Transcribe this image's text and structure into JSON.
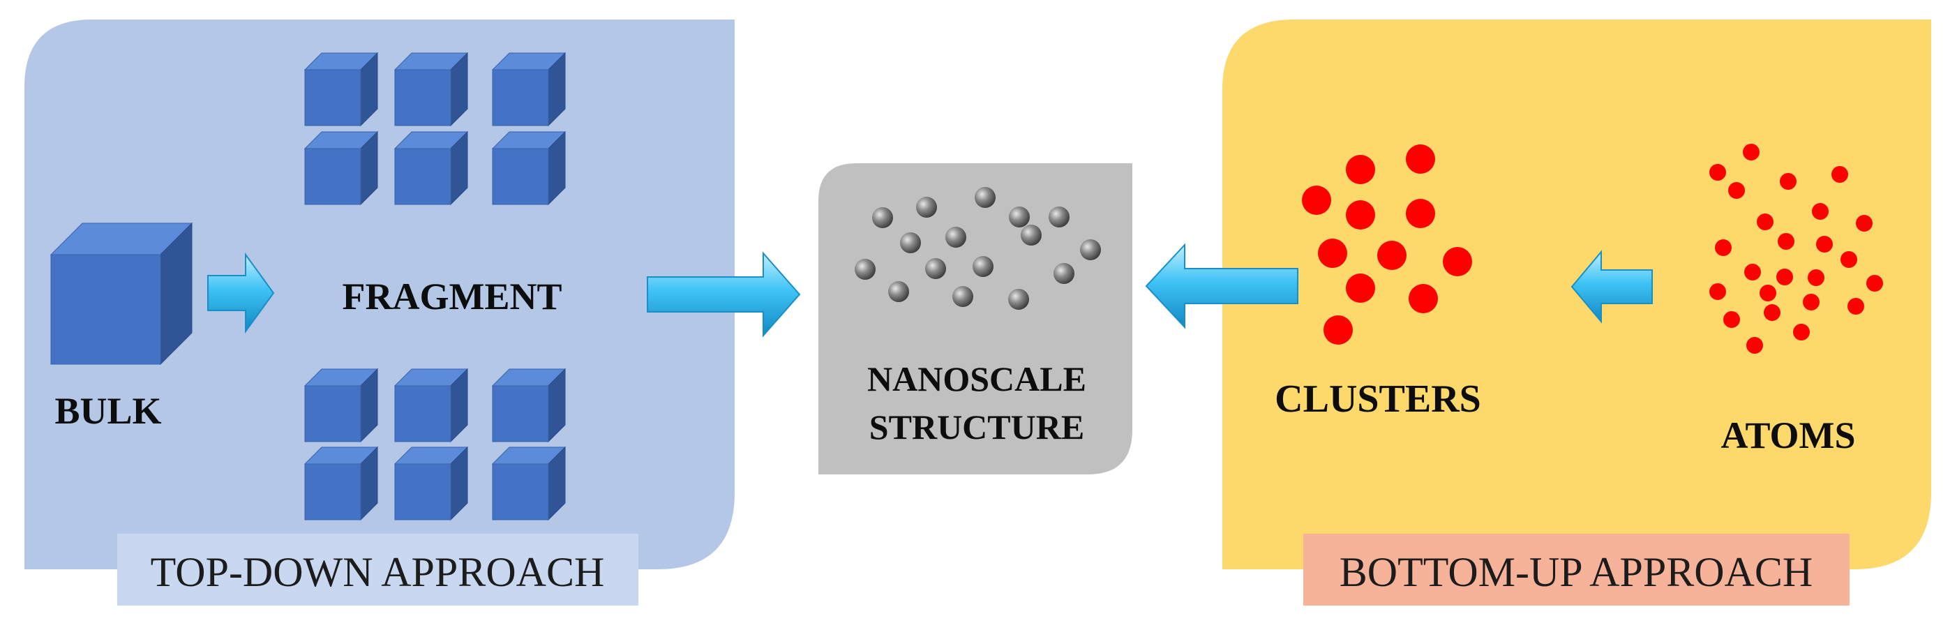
{
  "labels": {
    "bulk": "BULK",
    "fragment": "FRAGMENT",
    "nanoscale_line1": "NANOSCALE",
    "nanoscale_line2": "STRUCTURE",
    "clusters": "CLUSTERS",
    "atoms": "ATOMS",
    "top_down": "TOP-DOWN APPROACH",
    "bottom_up": "BOTTOM-UP APPROACH"
  },
  "colors": {
    "top_down_panel": "#b4c7e7",
    "bottom_up_panel": "#fdd96b",
    "nanoscale_panel": "#c0c0c0",
    "top_down_label_box": "#c9d8f0",
    "bottom_up_label_box": "#f6b39a",
    "cube": "#4472c4",
    "cluster_dot": "#ff0000",
    "nanoparticle": "#808080",
    "arrow": "#29b6f0"
  },
  "icons": {
    "arrow": "block-arrow-icon",
    "cube": "cube-icon",
    "sphere": "sphere-icon"
  }
}
